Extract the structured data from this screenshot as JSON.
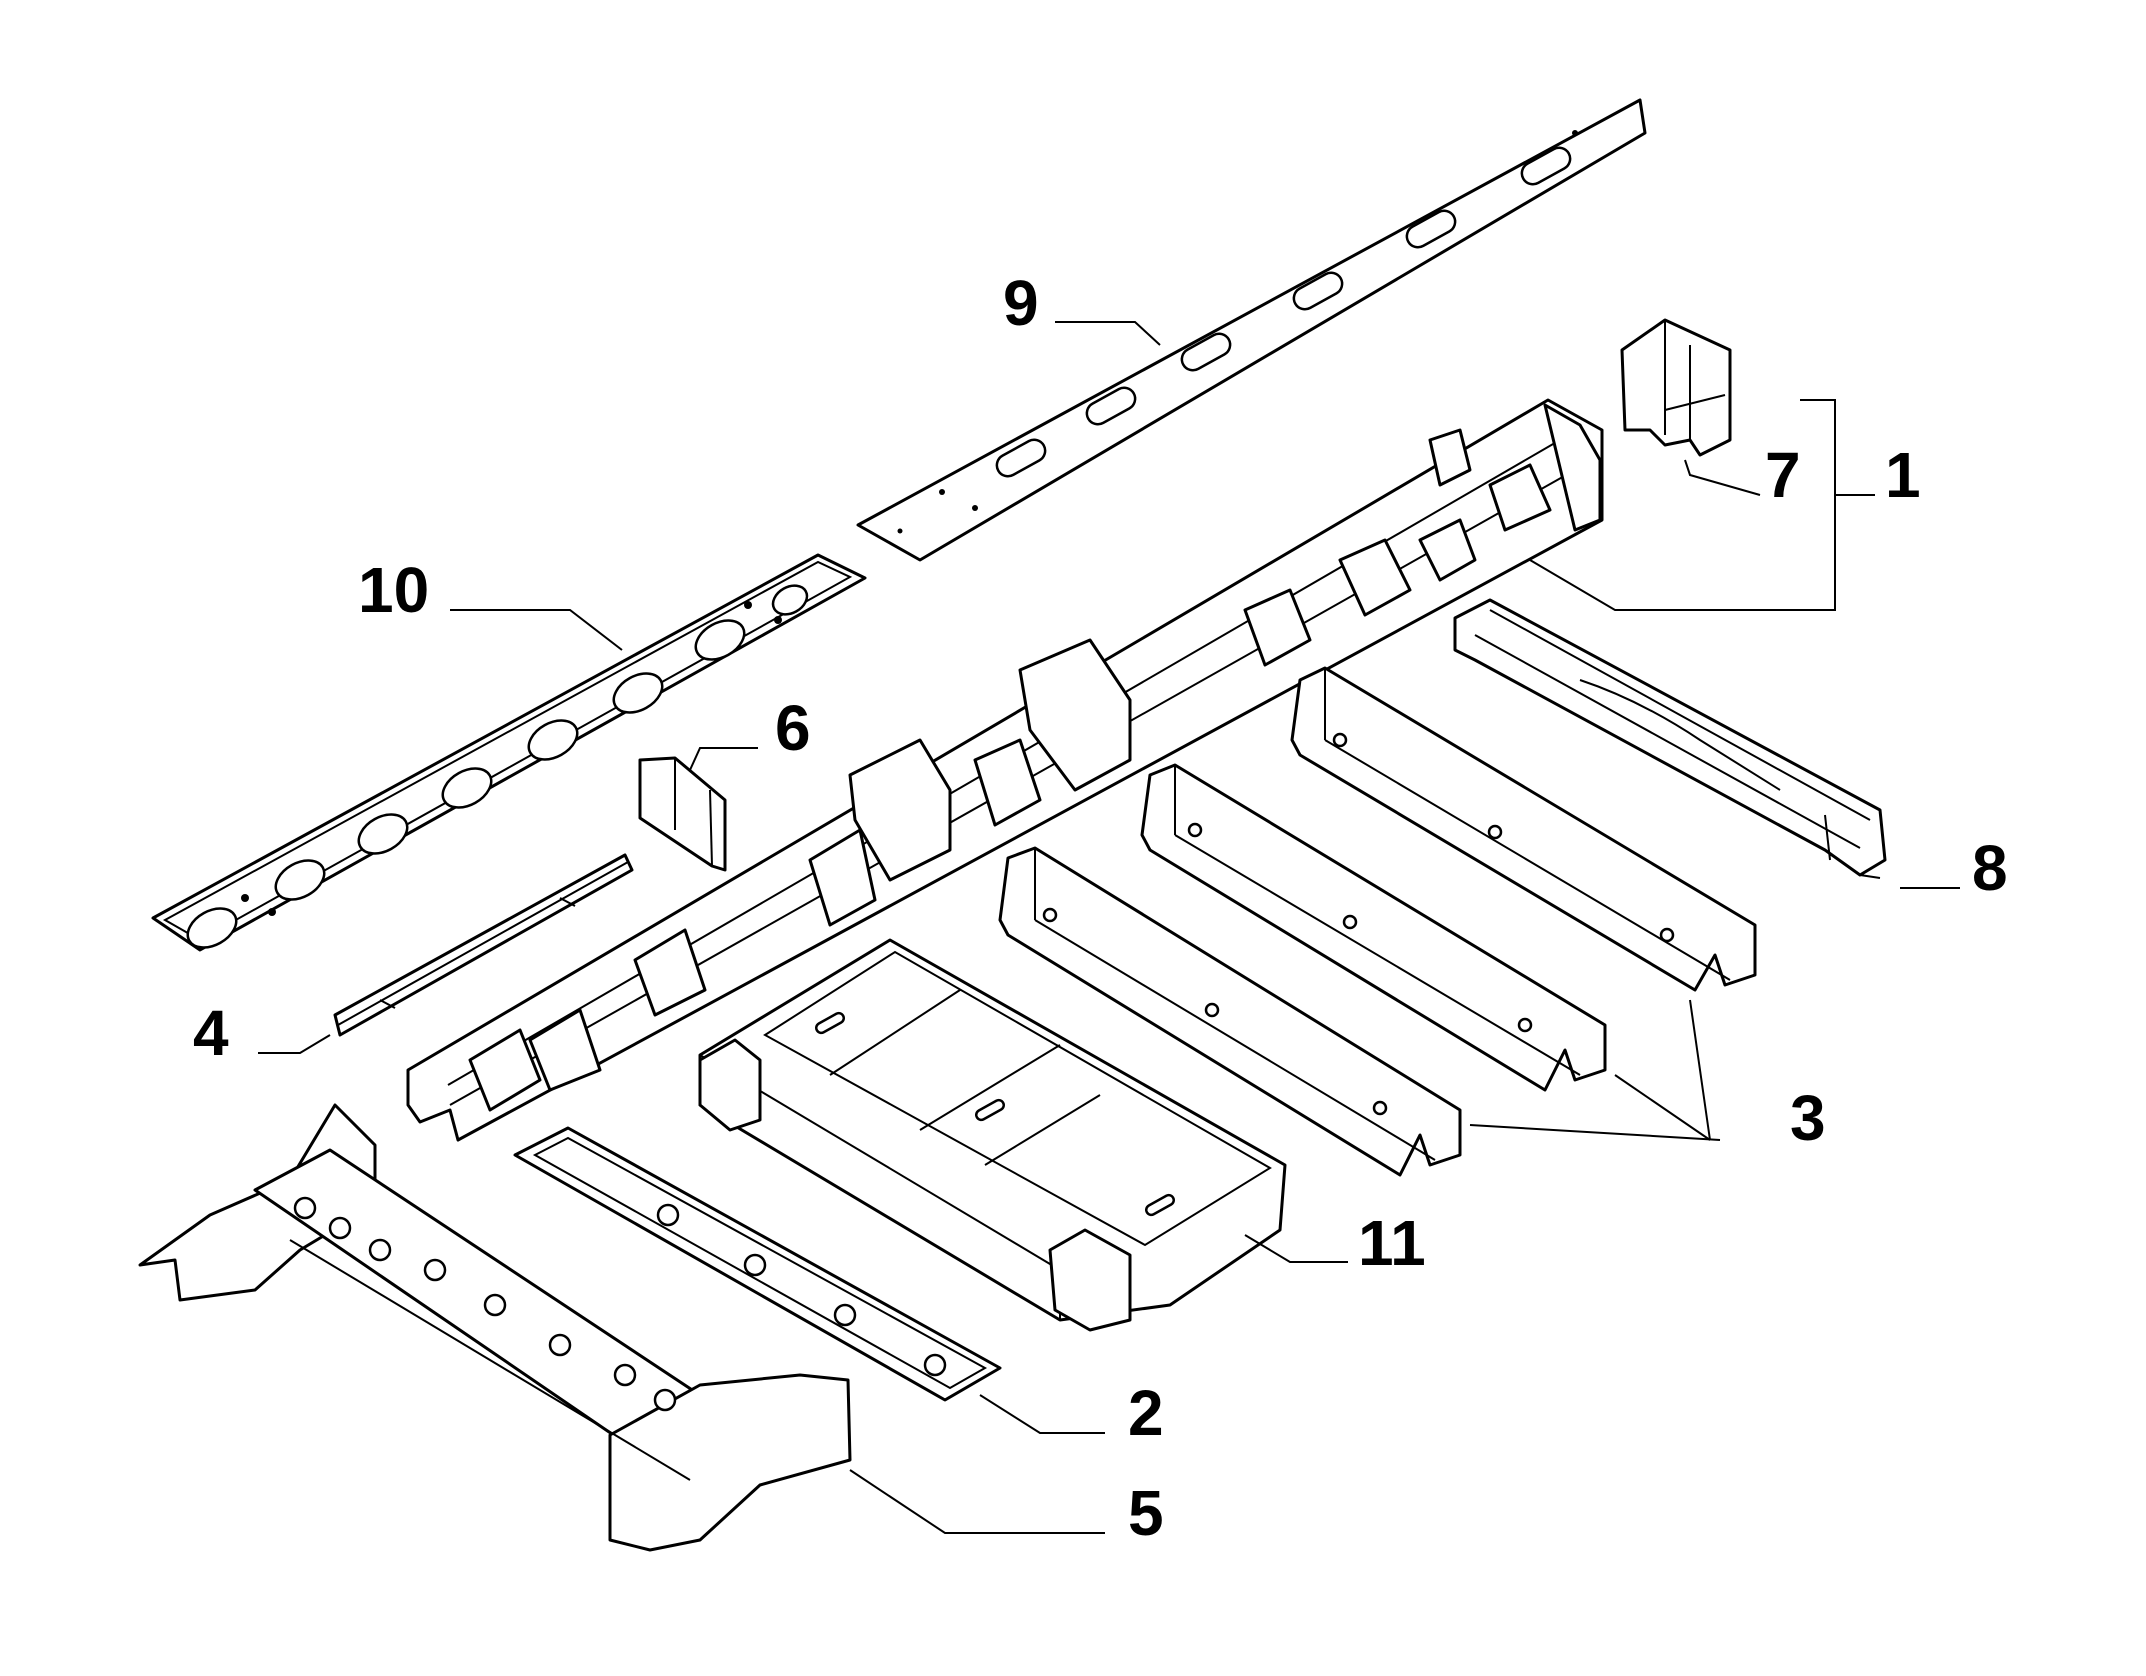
{
  "colors": {
    "line": "#000000",
    "background": "#ffffff"
  },
  "callouts": [
    {
      "id": "1",
      "label": "1"
    },
    {
      "id": "2",
      "label": "2"
    },
    {
      "id": "3",
      "label": "3"
    },
    {
      "id": "4",
      "label": "4"
    },
    {
      "id": "5",
      "label": "5"
    },
    {
      "id": "6",
      "label": "6"
    },
    {
      "id": "7",
      "label": "7"
    },
    {
      "id": "8",
      "label": "8"
    },
    {
      "id": "9",
      "label": "9"
    },
    {
      "id": "10",
      "label": "10"
    },
    {
      "id": "11",
      "label": "11"
    }
  ]
}
